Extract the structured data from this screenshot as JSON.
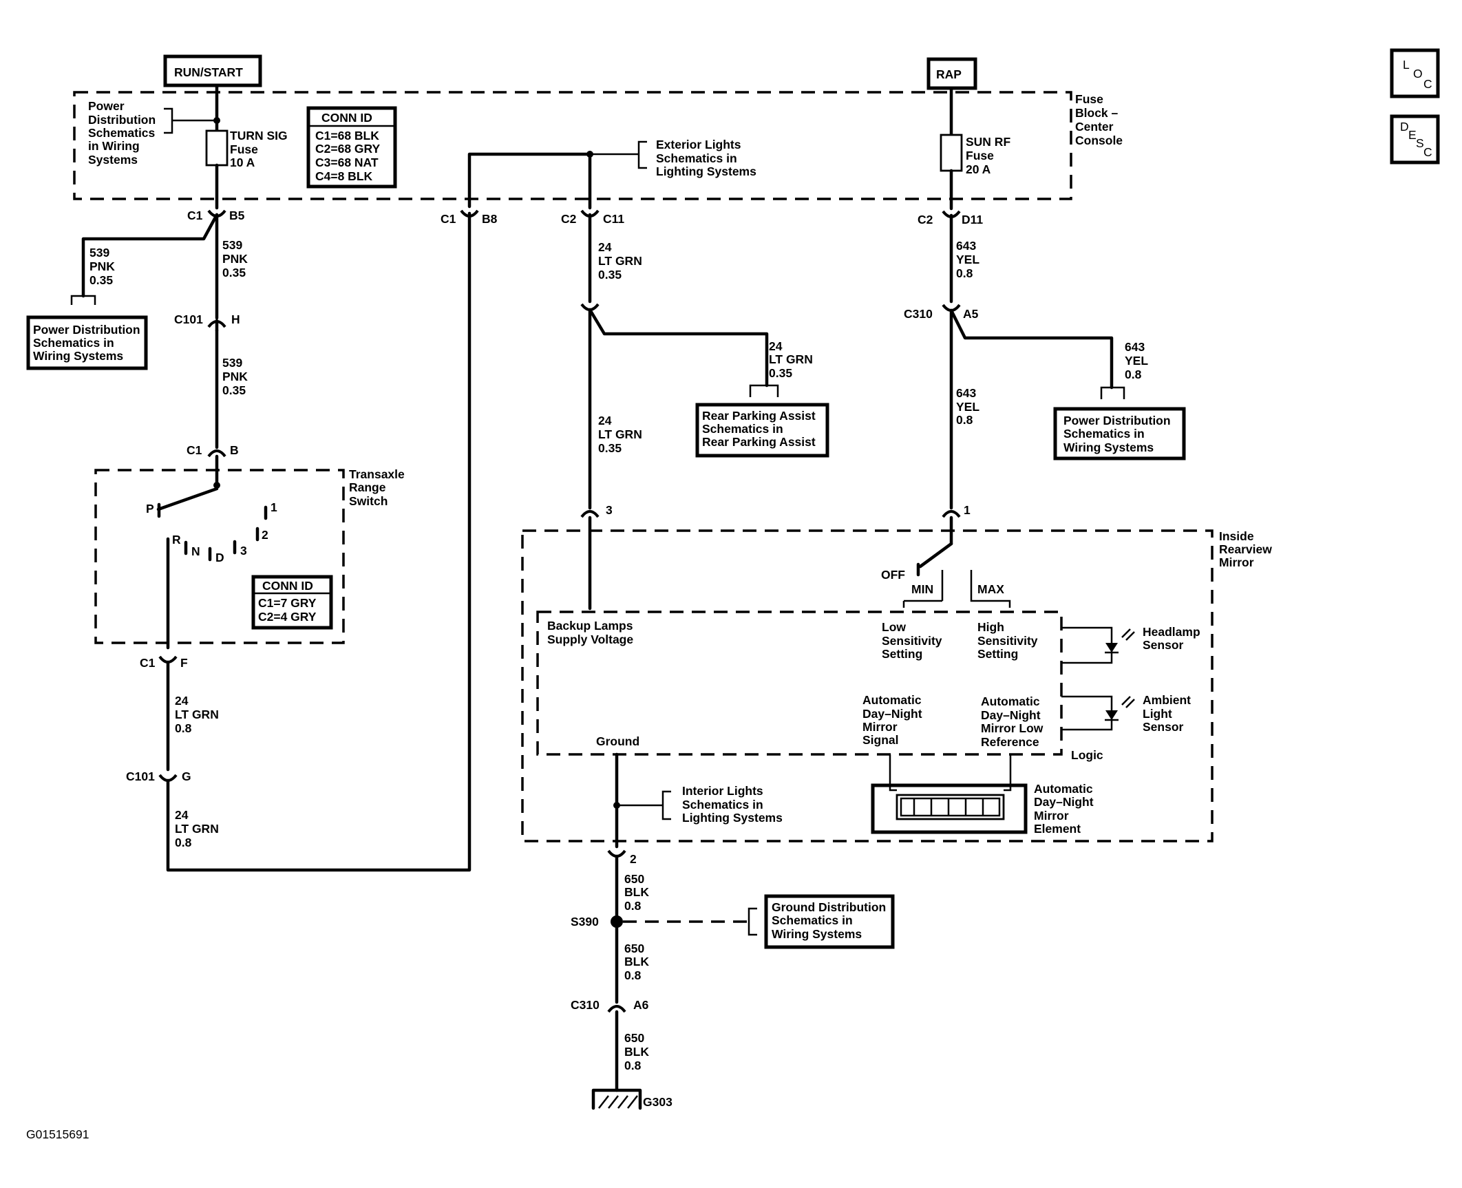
{
  "labels": {
    "run_start": "RUN/START",
    "rap": "RAP",
    "fuse_block": [
      "Fuse",
      "Block –",
      "Center",
      "Console"
    ],
    "pd_ref_top": [
      "Power",
      "Distribution",
      "Schematics",
      "in Wiring",
      "Systems"
    ],
    "turn_sig_fuse": [
      "TURN SIG",
      "Fuse",
      "10 A"
    ],
    "conn_id_title": "CONN ID",
    "conn_id_rows": [
      "C1=68 BLK",
      "C2=68 GRY",
      "C3=68 NAT",
      "C4=8 BLK"
    ],
    "ext_lights_ref": [
      "Exterior Lights",
      "Schematics in",
      "Lighting Systems"
    ],
    "sun_rf_fuse": [
      "SUN RF",
      "Fuse",
      "20 A"
    ],
    "c1_b5": [
      "C1",
      "B5"
    ],
    "c1_b8": [
      "C1",
      "B8"
    ],
    "c2_c11": [
      "C2",
      "C11"
    ],
    "c2_d11": [
      "C2",
      "D11"
    ],
    "wire_539_a": [
      "539",
      "PNK",
      "0.35"
    ],
    "wire_539_b": [
      "539",
      "PNK",
      "0.35"
    ],
    "wire_539_c": [
      "539",
      "PNK",
      "0.35"
    ],
    "pd_ref_left": [
      "Power Distribution",
      "Schematics in",
      "Wiring  Systems"
    ],
    "c101_h": [
      "C101",
      "H"
    ],
    "wire_24_a": [
      "24",
      "LT GRN",
      "0.35"
    ],
    "wire_24_b": [
      "24",
      "LT GRN",
      "0.35"
    ],
    "wire_24_c": [
      "24",
      "LT GRN",
      "0.35"
    ],
    "rpa_ref": [
      "Rear Parking Assist",
      "Schematics in",
      "Rear Parking Assist"
    ],
    "wire_643_a": [
      "643",
      "YEL",
      "0.8"
    ],
    "wire_643_b": [
      "643",
      "YEL",
      "0.8"
    ],
    "wire_643_c": [
      "643",
      "YEL",
      "0.8"
    ],
    "c310_a5": [
      "C310",
      "A5"
    ],
    "pd_ref_right": [
      "Power Distribution",
      "Schematics in",
      "Wiring Systems"
    ],
    "c1_b": [
      "C1",
      "B"
    ],
    "transaxle": [
      "Transaxle",
      "Range",
      "Switch"
    ],
    "gear_labels": [
      "P",
      "R",
      "N",
      "D",
      "3",
      "2",
      "1"
    ],
    "conn_id2_title": "CONN ID",
    "conn_id2_rows": [
      "C1=7 GRY",
      "C2=4 GRY"
    ],
    "pin_3": "3",
    "pin_1": "1",
    "mirror": [
      "Inside",
      "Rearview",
      "Mirror"
    ],
    "off": "OFF",
    "min": "MIN",
    "max": "MAX",
    "backup": [
      "Backup Lamps",
      "Supply Voltage"
    ],
    "low_sens": [
      "Low",
      "Sensitivity",
      "Setting"
    ],
    "high_sens": [
      "High",
      "Sensitivity",
      "Setting"
    ],
    "headlamp": [
      "Headlamp",
      "Sensor"
    ],
    "ambient": [
      "Ambient",
      "Light",
      "Sensor"
    ],
    "adn_signal": [
      "Automatic",
      "Day–Night",
      "Mirror",
      "Signal"
    ],
    "adn_lowref": [
      "Automatic",
      "Day–Night",
      "Mirror Low",
      "Reference"
    ],
    "logic": "Logic",
    "ground": "Ground",
    "int_lights_ref": [
      "Interior Lights",
      "Schematics in",
      "Lighting Systems"
    ],
    "adn_element": [
      "Automatic",
      "Day–Night",
      "Mirror",
      "Element"
    ],
    "c1_f": [
      "C1",
      "F"
    ],
    "wire_24_d": [
      "24",
      "LT GRN",
      "0.8"
    ],
    "c101_g": [
      "C101",
      "G"
    ],
    "wire_24_e": [
      "24",
      "LT GRN",
      "0.8"
    ],
    "pin_2": "2",
    "wire_650_a": [
      "650",
      "BLK",
      "0.8"
    ],
    "s390": "S390",
    "gd_ref": [
      "Ground Distribution",
      "Schematics in",
      "Wiring Systems"
    ],
    "wire_650_b": [
      "650",
      "BLK",
      "0.8"
    ],
    "c310_a6": [
      "C310",
      "A6"
    ],
    "wire_650_c": [
      "650",
      "BLK",
      "0.8"
    ],
    "g303": "G303",
    "fig_id": "G01515691",
    "loc": [
      "L",
      "O",
      "C"
    ],
    "desc": [
      "D",
      "E",
      "S",
      "C"
    ]
  }
}
